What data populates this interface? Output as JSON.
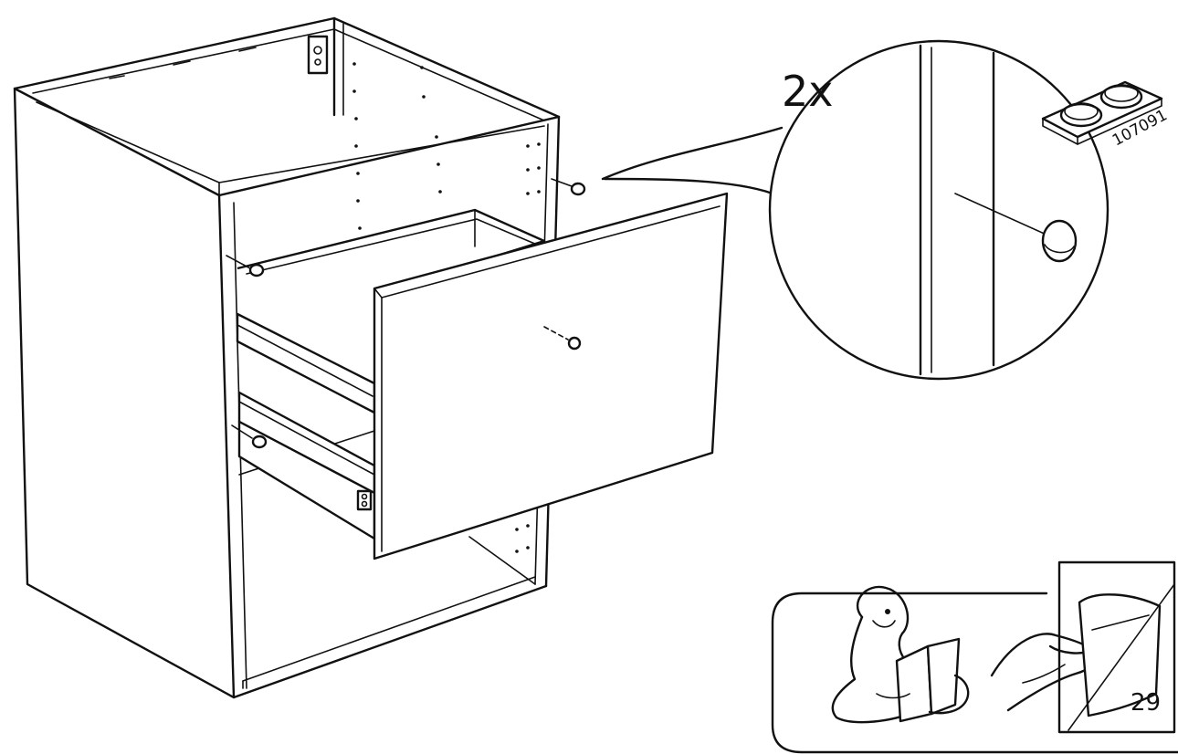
{
  "step": {
    "quantity_label": "2x",
    "part_number": "107091"
  },
  "footer": {
    "page_number": "29"
  },
  "icons": {
    "cabinet": "cabinet-drawer-illustration",
    "detail": "magnified-bumper-detail",
    "part": "bumper-pad-sheet-icon",
    "reading": "person-reading-manual-icon",
    "turn_page": "hand-turning-page-icon"
  },
  "colors": {
    "ink": "#111111",
    "paper": "#ffffff"
  }
}
